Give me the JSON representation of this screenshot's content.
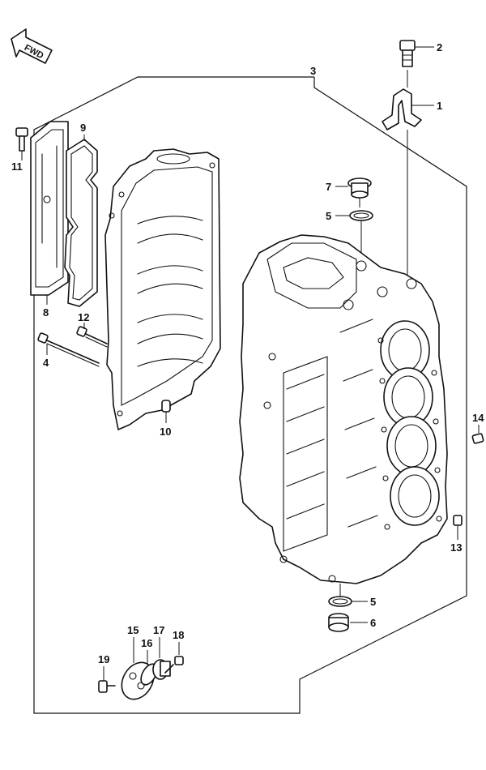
{
  "diagram": {
    "direction_badge": "FWD",
    "callouts": [
      {
        "id": "2",
        "label": "2"
      },
      {
        "id": "1",
        "label": "1"
      },
      {
        "id": "3",
        "label": "3"
      },
      {
        "id": "9",
        "label": "9"
      },
      {
        "id": "11",
        "label": "11"
      },
      {
        "id": "7",
        "label": "7"
      },
      {
        "id": "5a",
        "label": "5"
      },
      {
        "id": "8",
        "label": "8"
      },
      {
        "id": "12",
        "label": "12"
      },
      {
        "id": "4",
        "label": "4"
      },
      {
        "id": "10",
        "label": "10"
      },
      {
        "id": "14",
        "label": "14"
      },
      {
        "id": "13",
        "label": "13"
      },
      {
        "id": "5b",
        "label": "5"
      },
      {
        "id": "6",
        "label": "6"
      },
      {
        "id": "15",
        "label": "15"
      },
      {
        "id": "17",
        "label": "17"
      },
      {
        "id": "18",
        "label": "18"
      },
      {
        "id": "16",
        "label": "16"
      },
      {
        "id": "19",
        "label": "19"
      }
    ]
  }
}
